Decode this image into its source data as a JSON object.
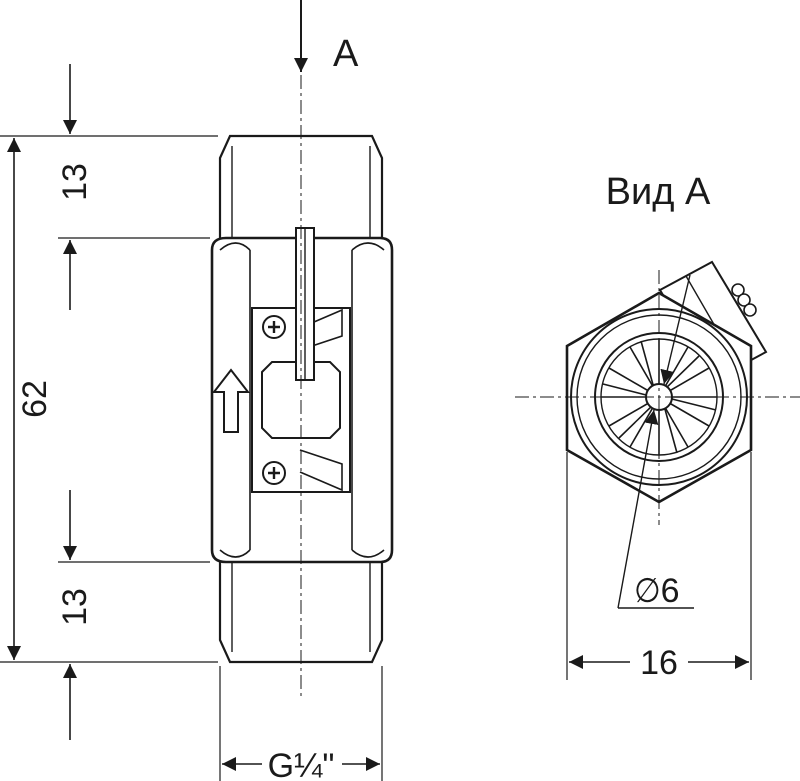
{
  "view_arrow_label": "A",
  "view_title": "Вид А",
  "dimensions": {
    "top_thread_length": "13",
    "bottom_thread_length": "13",
    "overall_length": "62",
    "thread_size": "G¼\"",
    "hex_across_flats": "16",
    "rotor_hole_diameter": "∅6"
  },
  "colors": {
    "line": "#1a1a1a",
    "background": "#ffffff"
  }
}
